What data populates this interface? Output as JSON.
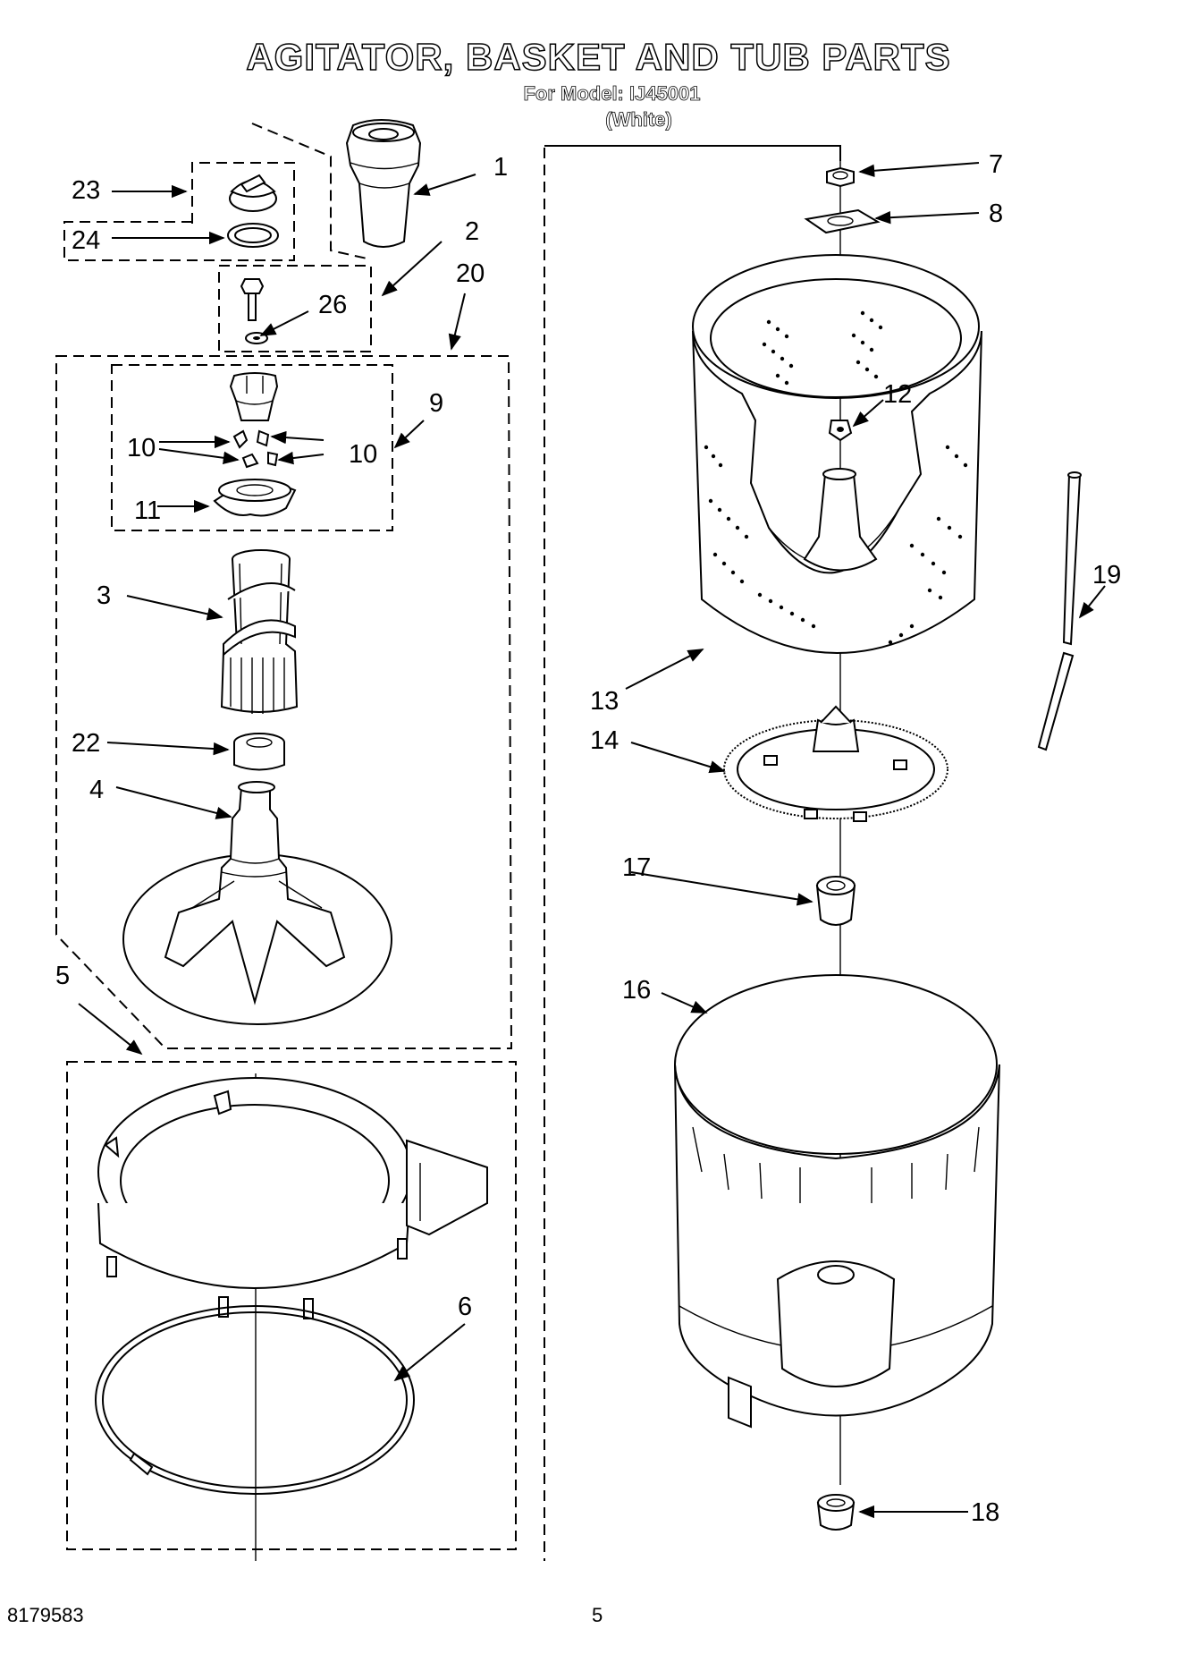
{
  "header": {
    "title": "AGITATOR, BASKET AND TUB PARTS",
    "model_line": "For Model: IJ45001",
    "color_line": "(White)"
  },
  "footer": {
    "doc_number": "8179583",
    "page_number": "5"
  },
  "callouts": {
    "c1": "1",
    "c2": "2",
    "c3": "3",
    "c4": "4",
    "c5": "5",
    "c6": "6",
    "c7": "7",
    "c8": "8",
    "c9": "9",
    "c10a": "10",
    "c10b": "10",
    "c11": "11",
    "c12": "12",
    "c13": "13",
    "c14": "14",
    "c16": "16",
    "c17": "17",
    "c18": "18",
    "c19": "19",
    "c20": "20",
    "c22": "22",
    "c23": "23",
    "c24": "24",
    "c26": "26"
  }
}
